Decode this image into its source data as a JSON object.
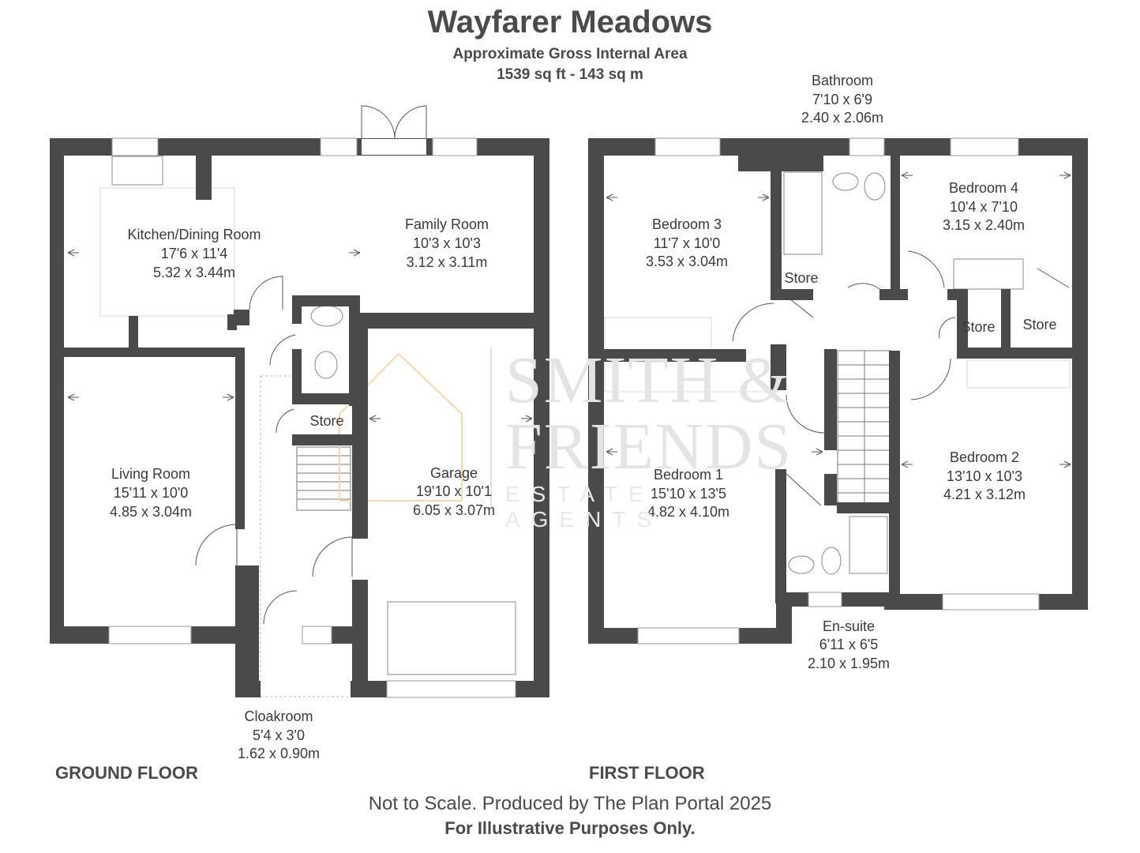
{
  "header": {
    "title": "Wayfarer Meadows",
    "area_label": "Approximate Gross Internal Area",
    "area_value": "1539 sq ft - 143 sq m"
  },
  "floors": {
    "ground": "GROUND FLOOR",
    "first": "FIRST FLOOR"
  },
  "rooms": {
    "kitchen": {
      "name": "Kitchen/Dining Room",
      "imperial": "17'6 x 11'4",
      "metric": "5.32 x 3.44m"
    },
    "family": {
      "name": "Family Room",
      "imperial": "10'3 x 10'3",
      "metric": "3.12 x 3.11m"
    },
    "living": {
      "name": "Living Room",
      "imperial": "15'11 x 10'0",
      "metric": "4.85 x 3.04m"
    },
    "garage": {
      "name": "Garage",
      "imperial": "19'10 x 10'1",
      "metric": "6.05 x 3.07m"
    },
    "cloakroom": {
      "name": "Cloakroom",
      "imperial": "5'4 x 3'0",
      "metric": "1.62 x 0.90m"
    },
    "store_ground": {
      "name": "Store"
    },
    "bathroom": {
      "name": "Bathroom",
      "imperial": "7'10 x 6'9",
      "metric": "2.40 x 2.06m"
    },
    "bedroom3": {
      "name": "Bedroom 3",
      "imperial": "11'7 x 10'0",
      "metric": "3.53 x 3.04m"
    },
    "bedroom4": {
      "name": "Bedroom 4",
      "imperial": "10'4 x 7'10",
      "metric": "3.15 x 2.40m"
    },
    "bedroom1": {
      "name": "Bedroom 1",
      "imperial": "15'10 x 13'5",
      "metric": "4.82 x 4.10m"
    },
    "bedroom2": {
      "name": "Bedroom 2",
      "imperial": "13'10 x 10'3",
      "metric": "4.21 x 3.12m"
    },
    "ensuite": {
      "name": "En-suite",
      "imperial": "6'11 x 6'5",
      "metric": "2.10 x 1.95m"
    },
    "store_a": {
      "name": "Store"
    },
    "store_b": {
      "name": "Store"
    },
    "store_c": {
      "name": "Store"
    }
  },
  "watermark": {
    "line1": "SMITH &",
    "line2": "FRIENDS",
    "line3": "ESTATE AGENTS"
  },
  "footer": {
    "line1": "Not to Scale. Produced by The Plan Portal 2025",
    "line2": "For Illustrative Purposes Only."
  },
  "colors": {
    "wall": "#4a4a4a",
    "text": "#3a3a3a",
    "watermark_accent": "#f5d9a8"
  }
}
